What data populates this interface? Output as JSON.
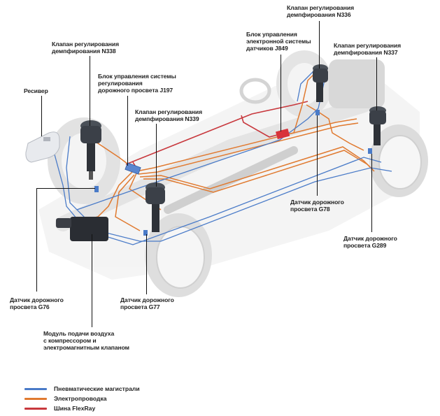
{
  "colors": {
    "pneumatic": "#4a7bc8",
    "wiring": "#e07a30",
    "flexray": "#c8383d",
    "body_grey": "#d9d9d9",
    "strut_dark": "#3b4048",
    "control_unit_red": "#d8333a",
    "valve_block_blue": "#5b86cf"
  },
  "labels": {
    "n338": "Клапан регулирования\nдемпфирования N338",
    "receiver": "Ресивер",
    "j197": "Блок управления системы\nрегулирования\nдорожного просвета J197",
    "n339": "Клапан регулирования\nдемпфирования N339",
    "n336": "Клапан регулирования\nдемпфирования N336",
    "j849": "Блок управления\nэлектронной системы\nдатчиков J849",
    "n337": "Клапан регулирования\nдемпфирования N337",
    "g78": "Датчик дорожного\nпросвета G78",
    "g289": "Датчик дорожного\nпросвета G289",
    "g76": "Датчик дорожного\nпросвета G76",
    "g77": "Датчик дорожного\nпросвета G77",
    "air_supply": "Модуль подачи воздуха\nс компрессором и\nэлектромагнитным клапаном"
  },
  "legend": [
    {
      "label": "Пневматические магистрали",
      "color": "#4a7bc8"
    },
    {
      "label": "Электропроводка",
      "color": "#e07a30"
    },
    {
      "label": "Шина FlexRay",
      "color": "#c8383d"
    }
  ]
}
